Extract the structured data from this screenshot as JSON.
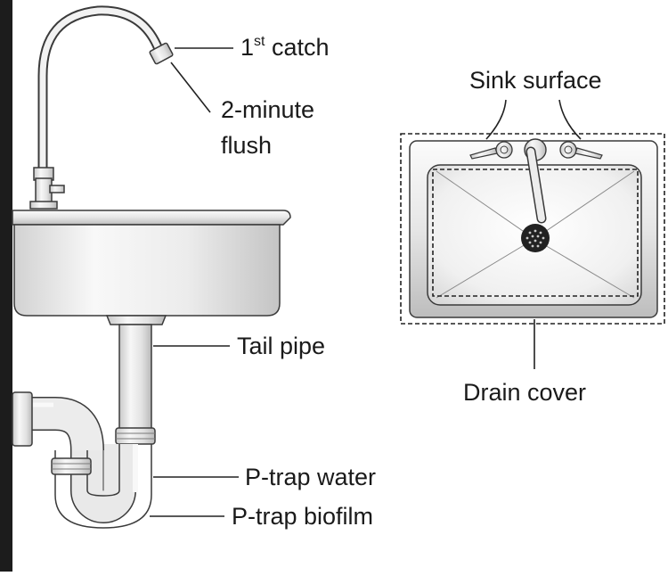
{
  "labels": {
    "first_catch_main": "1",
    "first_catch_sup": "st",
    "first_catch_rest": " catch",
    "flush_line1": "2-minute",
    "flush_line2": "flush",
    "tail_pipe": "Tail pipe",
    "ptrap_water": "P-trap water",
    "ptrap_biofilm": "P-trap biofilm",
    "sink_surface": "Sink surface",
    "drain_cover": "Drain cover"
  },
  "colors": {
    "outline": "#3a3a3a",
    "wall": "#1c1c1c",
    "metal_light": "#f4f4f4",
    "metal_mid": "#d6d6d6",
    "metal_dark": "#9a9a9a",
    "drain": "#222222",
    "leader": "#222222"
  }
}
